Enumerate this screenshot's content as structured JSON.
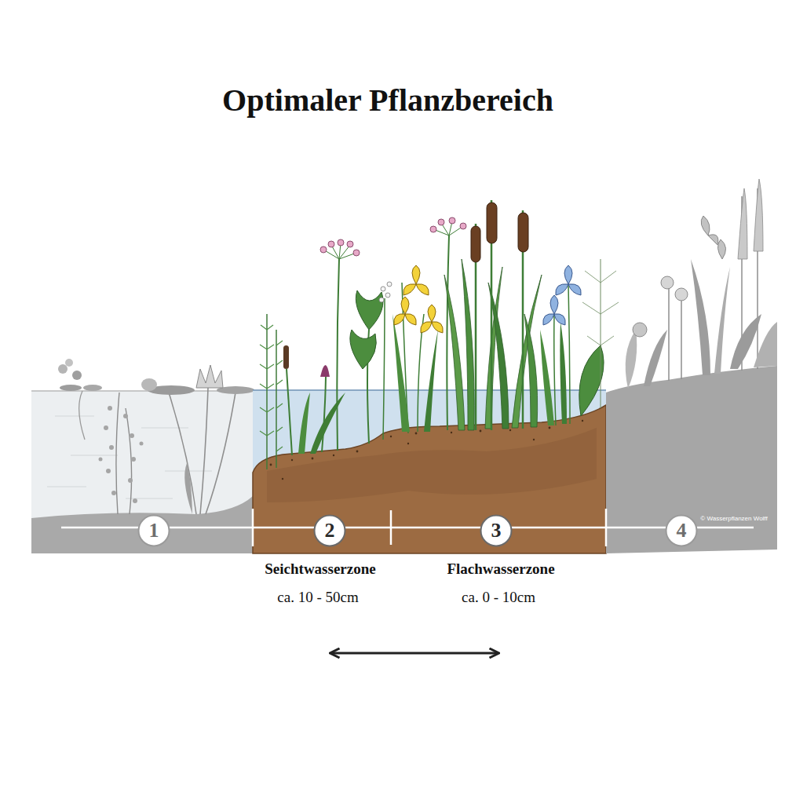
{
  "diagram": {
    "title": "Optimaler Pflanzbereich",
    "nodes": [
      {
        "text": [
          "1"
        ]
      },
      {
        "text": [
          "2"
        ]
      },
      {
        "text": [
          "3"
        ]
      },
      {
        "text": [
          "4"
        ]
      }
    ],
    "labels": [
      "Seichtwasserzone",
      "ca. 10 - 50cm",
      "Flachwasserzone",
      "ca. 0 - 10cm",
      "© Wasserpflanzen Wolff"
    ]
  }
}
